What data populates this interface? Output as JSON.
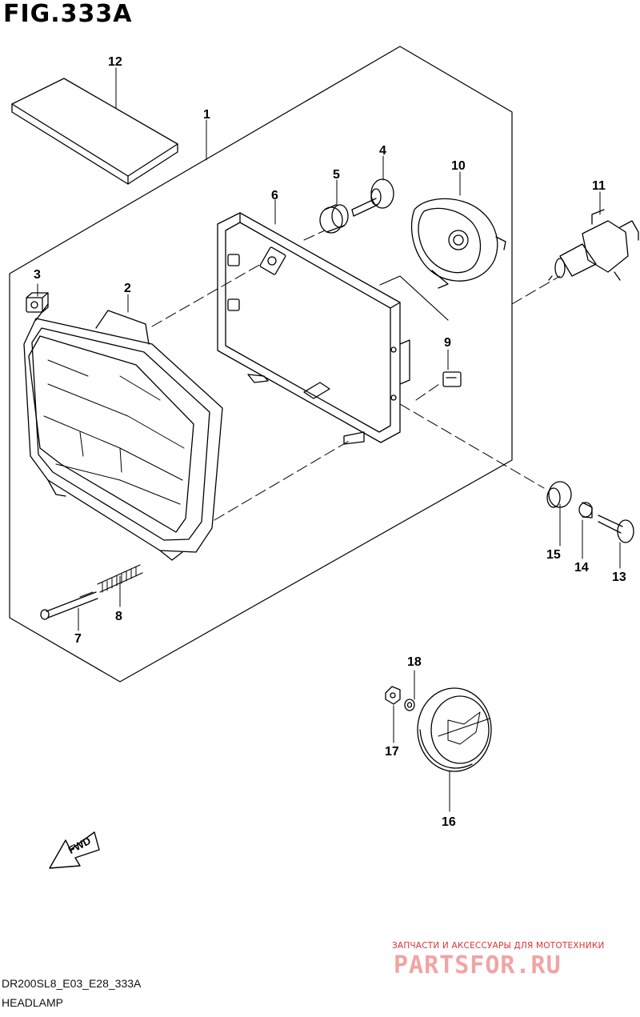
{
  "figure": {
    "title": "FIG.333A",
    "code": "DR200SL8_E03_E28_333A",
    "caption": "HEADLAMP"
  },
  "callouts": [
    "1",
    "2",
    "3",
    "4",
    "5",
    "6",
    "7",
    "8",
    "9",
    "10",
    "11",
    "12",
    "13",
    "14",
    "15",
    "16",
    "17",
    "18"
  ],
  "fwd_label": "FWD",
  "watermark": {
    "line": "ЗАПЧАСТИ И АКСЕССУАРЫ ДЛЯ МОТОТЕХНИКИ",
    "brand": "PARTSFOR.RU"
  }
}
